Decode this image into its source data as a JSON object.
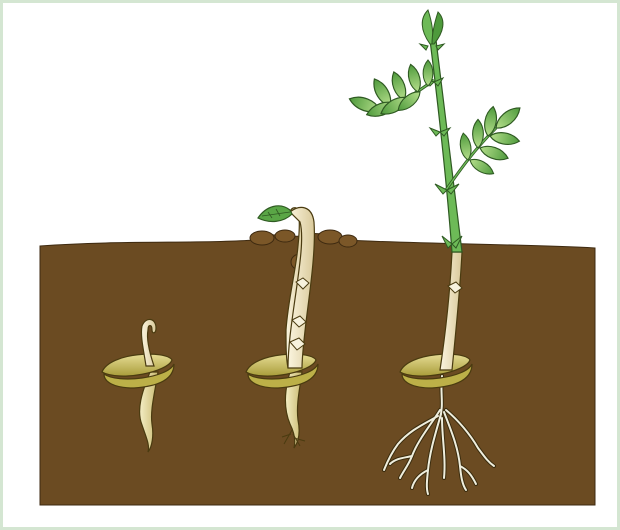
{
  "figure": {
    "stages": [
      {
        "name": "germinating-seed"
      },
      {
        "name": "emerging-seedling"
      },
      {
        "name": "young-plant"
      }
    ],
    "colors": {
      "frame_border": "#d4e6d2",
      "soil": "#6b4b22",
      "seed": "#c9bf5e",
      "stem_pale": "#efe6c4",
      "stem_green": "#6dba57",
      "leaf_light": "#a8d67e",
      "leaf_dark": "#4e9a3c",
      "root": "#e7e7d2"
    }
  }
}
